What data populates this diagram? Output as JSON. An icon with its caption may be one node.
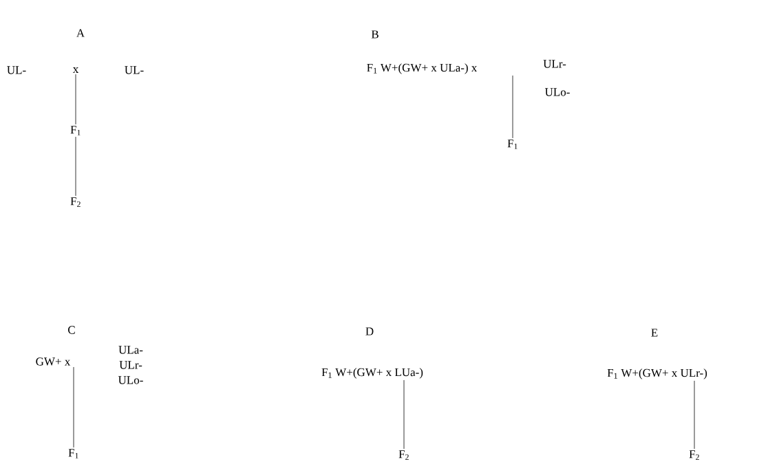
{
  "diagram": {
    "nodes": [
      {
        "text": [
          "x"
        ]
      },
      {
        "text": [
          "F$_{1}$"
        ]
      },
      {
        "text": [
          "F$_{2}$"
        ]
      },
      {
        "text": [
          "F$_{1}$ W+(GW+ x ULa-) x"
        ]
      },
      {
        "text": [
          "F$_{1}$"
        ]
      },
      {
        "text": [
          "GW+ x"
        ]
      },
      {
        "text": [
          "F$_{1}$"
        ]
      },
      {
        "text": [
          "F$_{1}$ W+(GW+ x LUa-)"
        ]
      },
      {
        "text": [
          "F$_{2}$"
        ]
      },
      {
        "text": [
          "F$_{1}$ W+(GW+ x ULr-)"
        ]
      },
      {
        "text": [
          "F$_{2}$"
        ]
      }
    ],
    "edges": [
      {
        "from": 0,
        "to": 1,
        "arrow": "none"
      },
      {
        "from": 1,
        "to": 2,
        "arrow": "none"
      },
      {
        "from": 3,
        "to": 4,
        "arrow": "none"
      },
      {
        "from": 5,
        "to": 6,
        "arrow": "none"
      },
      {
        "from": 7,
        "to": 8,
        "arrow": "none"
      },
      {
        "from": 9,
        "to": 10,
        "arrow": "none"
      }
    ],
    "labels": [
      "A",
      "UL-",
      "UL-",
      "B",
      "ULr-",
      "ULo-",
      "C",
      "ULa-",
      "ULr-",
      "ULo-",
      "D",
      "E"
    ]
  }
}
